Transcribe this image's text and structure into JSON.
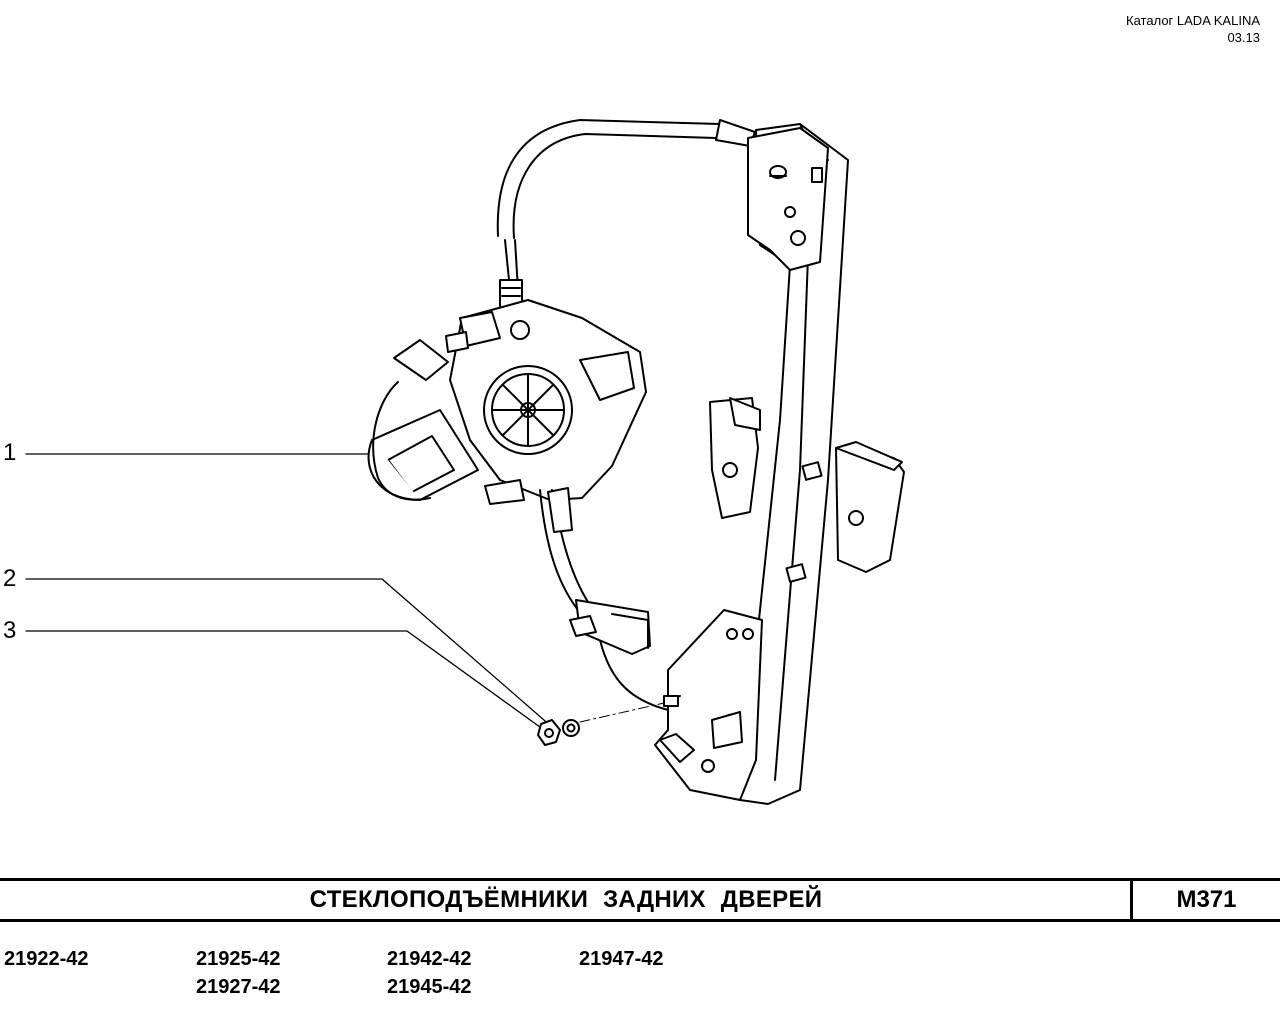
{
  "header": {
    "catalog": "Каталог LADA KALINA",
    "date": "03.13"
  },
  "callouts": [
    "1",
    "2",
    "3"
  ],
  "title": "СТЕКЛОПОДЪЁМНИКИ ЗАДНИХ ДВЕРЕЙ",
  "page_code": "М371",
  "models": {
    "col1": [
      "21922-42"
    ],
    "col2": [
      "21925-42",
      "21927-42"
    ],
    "col3": [
      "21942-42",
      "21945-42"
    ],
    "col4": [
      "21947-42"
    ]
  }
}
